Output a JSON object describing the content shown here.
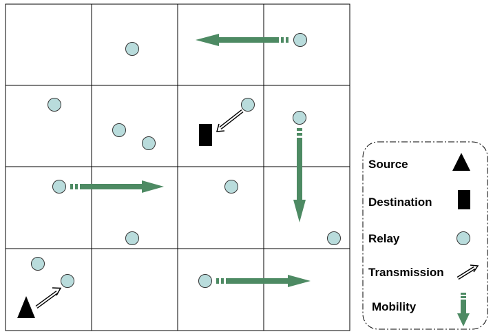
{
  "legend": {
    "source": "Source",
    "destination": "Destination",
    "relay": "Relay",
    "transmission": "Transmission",
    "mobility": "Mobility"
  },
  "colors": {
    "relay_fill": "#b9dcdc",
    "relay_stroke": "#333333",
    "mobility_arrow": "#4d8a63",
    "node_black": "#000000",
    "grid_line": "#000000"
  },
  "grid": {
    "rows": 4,
    "cols": 4
  },
  "icons": {
    "source": "triangle-icon",
    "destination": "rectangle-icon",
    "relay": "circle-icon",
    "transmission": "double-arrow-icon",
    "mobility": "dashed-arrow-icon"
  }
}
